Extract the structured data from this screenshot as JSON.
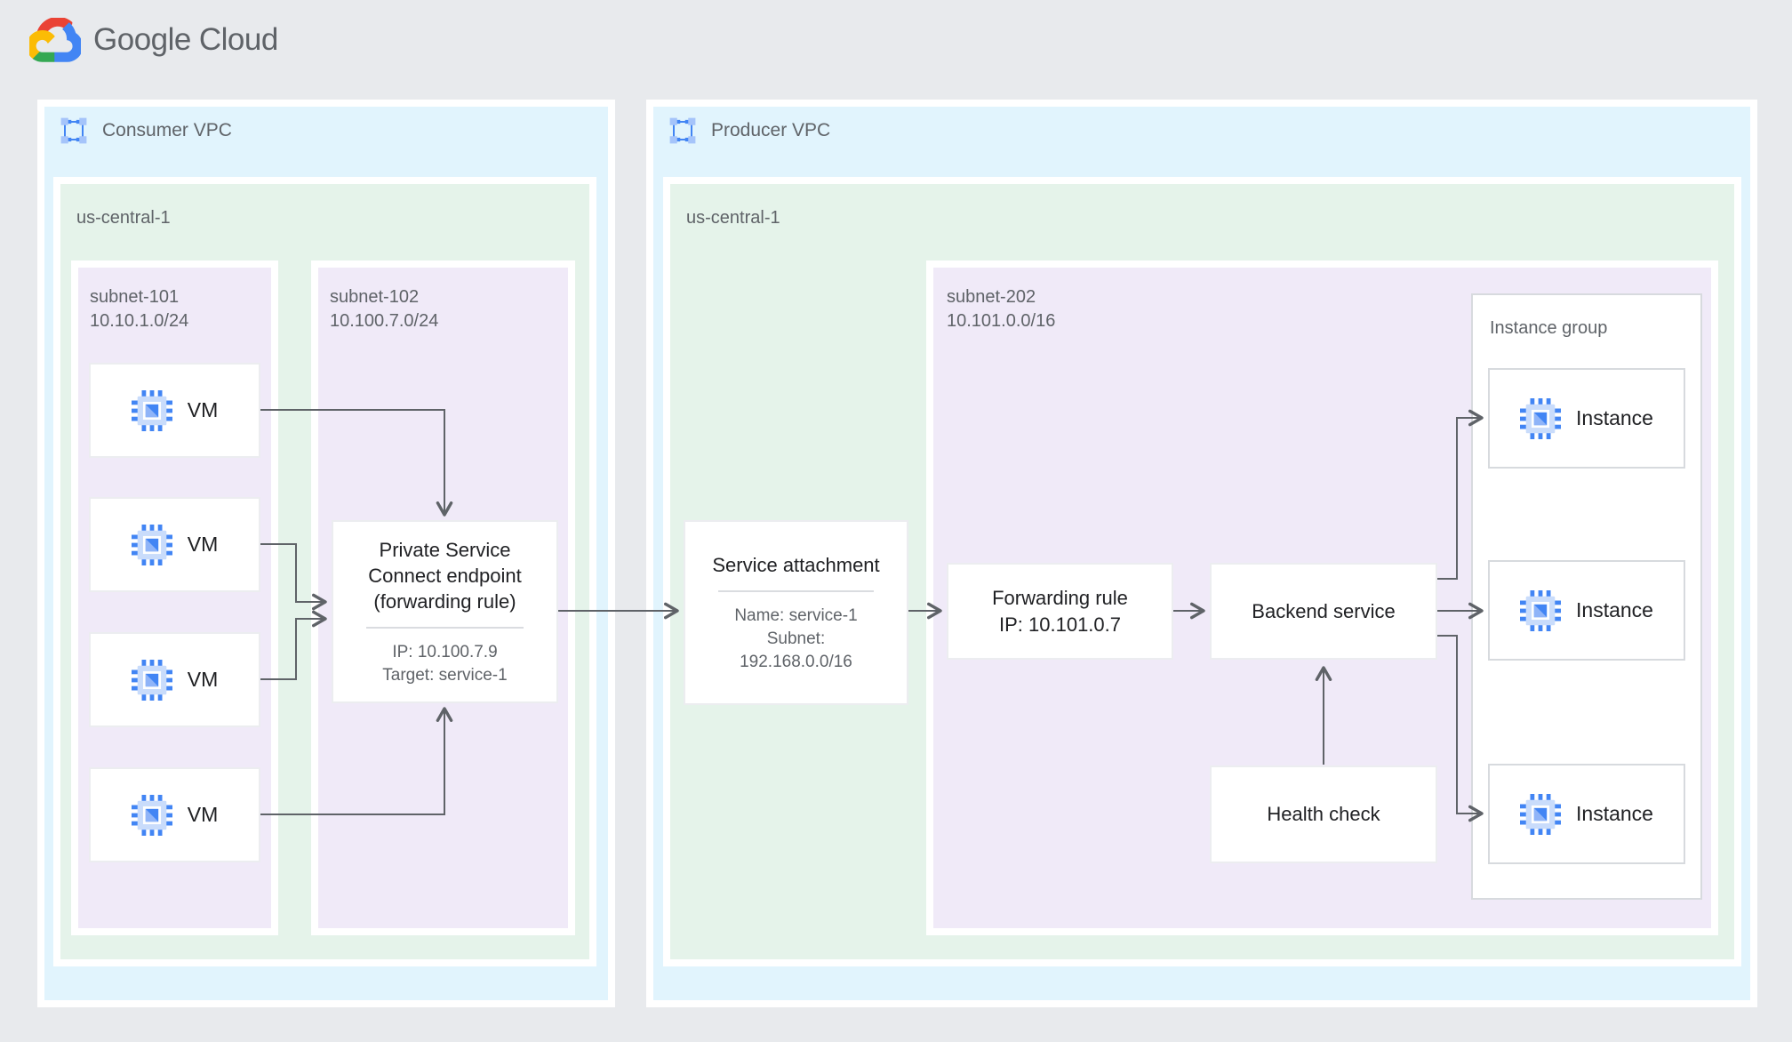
{
  "logo": {
    "word1": "Google",
    "word2": "Cloud"
  },
  "icons": {
    "cloud_logo": "google-cloud-logo",
    "vpc": "vpc-network-icon",
    "chip": "compute-engine-chip-icon"
  },
  "colors": {
    "page_bg": "#E8EAED",
    "vpc_bg": "#E1F4FD",
    "region_bg": "#E5F3EA",
    "subnet_bg": "#F0EAF8",
    "arrow": "#5F6368",
    "title_text": "#202124",
    "muted_text": "#5F6368",
    "logo_blue": "#4285F4",
    "logo_red": "#EA4335",
    "logo_yellow": "#FBBC05",
    "logo_green": "#34A853"
  },
  "consumer_vpc": {
    "label": "Consumer VPC",
    "region": {
      "label": "us-central-1"
    },
    "subnet101": {
      "name": "subnet-101",
      "cidr": "10.10.1.0/24",
      "vms": [
        {
          "label": "VM"
        },
        {
          "label": "VM"
        },
        {
          "label": "VM"
        },
        {
          "label": "VM"
        }
      ]
    },
    "subnet102": {
      "name": "subnet-102",
      "cidr": "10.100.7.0/24",
      "endpoint": {
        "title_lines": [
          "Private Service",
          "Connect endpoint",
          "(forwarding rule)"
        ],
        "ip": "IP: 10.100.7.9",
        "target": "Target: service-1"
      }
    }
  },
  "producer_vpc": {
    "label": "Producer VPC",
    "region": {
      "label": "us-central-1"
    },
    "service_attachment": {
      "title": "Service attachment",
      "name": "Name: service-1",
      "subnet_label": "Subnet:",
      "subnet_cidr": "192.168.0.0/16"
    },
    "subnet202": {
      "name": "subnet-202",
      "cidr": "10.101.0.0/16",
      "forwarding_rule": {
        "title": "Forwarding rule",
        "ip": "IP: 10.101.0.7"
      },
      "backend_service": {
        "title": "Backend service"
      },
      "health_check": {
        "title": "Health check"
      },
      "instance_group": {
        "label": "Instance group",
        "instances": [
          {
            "label": "Instance"
          },
          {
            "label": "Instance"
          },
          {
            "label": "Instance"
          }
        ]
      }
    }
  }
}
